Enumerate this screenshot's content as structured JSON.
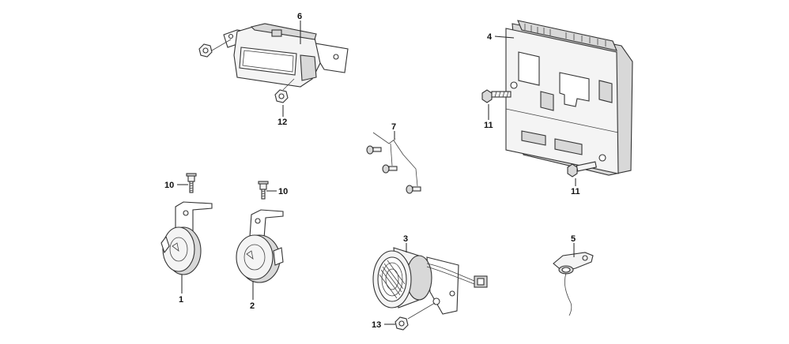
{
  "diagram": {
    "callouts": [
      {
        "id": "1",
        "label": "1"
      },
      {
        "id": "2",
        "label": "2"
      },
      {
        "id": "3",
        "label": "3"
      },
      {
        "id": "4",
        "label": "4"
      },
      {
        "id": "5",
        "label": "5"
      },
      {
        "id": "6",
        "label": "6"
      },
      {
        "id": "7",
        "label": "7"
      },
      {
        "id": "10a",
        "label": "10"
      },
      {
        "id": "10b",
        "label": "10"
      },
      {
        "id": "11a",
        "label": "11"
      },
      {
        "id": "11b",
        "label": "11"
      },
      {
        "id": "12",
        "label": "12"
      },
      {
        "id": "13",
        "label": "13"
      }
    ]
  }
}
